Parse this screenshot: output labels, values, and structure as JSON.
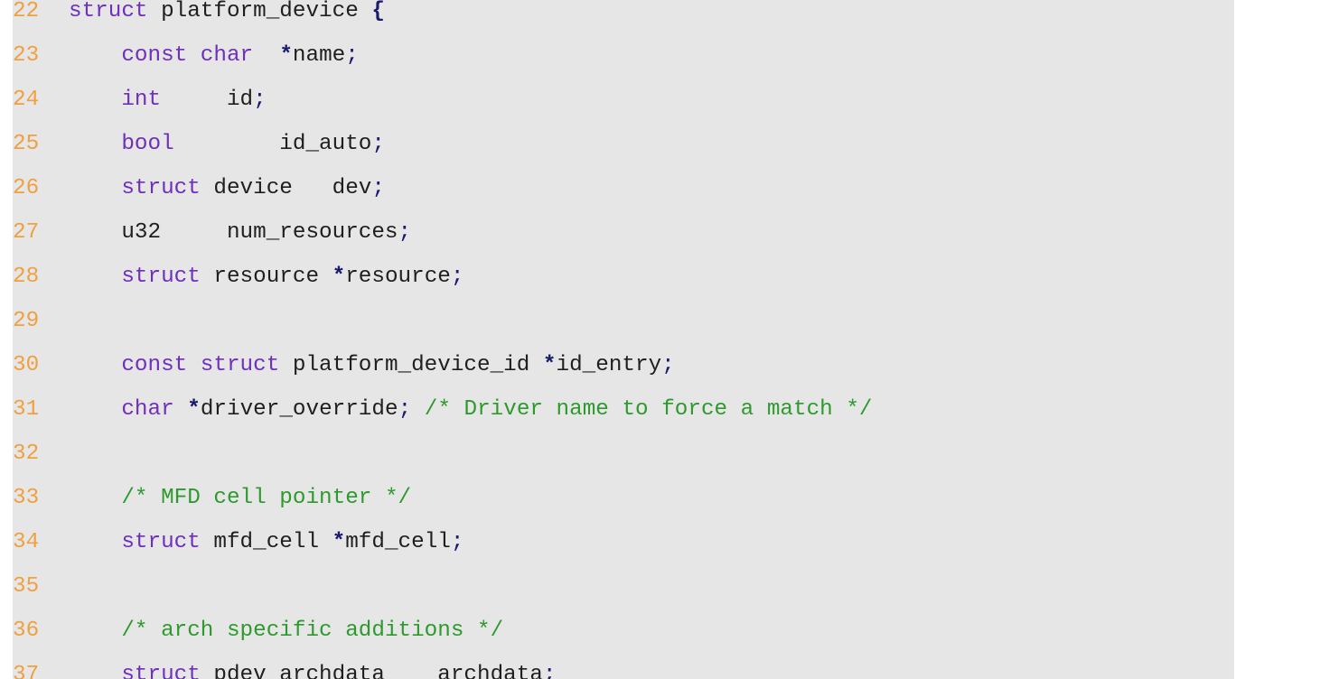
{
  "colors": {
    "background": "#e6e6e6",
    "line_number": "#f0a040",
    "keyword": "#6f2fbf",
    "identifier": "#1f1f1f",
    "operator": "#1a1a6e",
    "comment": "#2e9a2e"
  },
  "code": {
    "lines": [
      {
        "num": "22",
        "tokens": [
          {
            "t": "struct",
            "k": "plain"
          },
          {
            "t": " platform_device ",
            "k": "plain"
          },
          {
            "t": "{",
            "k": "op"
          }
        ]
      },
      {
        "num": "23",
        "tokens": [
          {
            "t": "    ",
            "k": "plain"
          },
          {
            "t": "const char",
            "k": "kw"
          },
          {
            "t": "  ",
            "k": "plain"
          },
          {
            "t": "*",
            "k": "op"
          },
          {
            "t": "name",
            "k": "plain"
          },
          {
            "t": ";",
            "k": "punct"
          }
        ]
      },
      {
        "num": "24",
        "tokens": [
          {
            "t": "    ",
            "k": "plain"
          },
          {
            "t": "int",
            "k": "kw"
          },
          {
            "t": "     id",
            "k": "plain"
          },
          {
            "t": ";",
            "k": "punct"
          }
        ]
      },
      {
        "num": "25",
        "tokens": [
          {
            "t": "    ",
            "k": "plain"
          },
          {
            "t": "bool",
            "k": "kw"
          },
          {
            "t": "        id_auto",
            "k": "plain"
          },
          {
            "t": ";",
            "k": "punct"
          }
        ]
      },
      {
        "num": "26",
        "tokens": [
          {
            "t": "    ",
            "k": "plain"
          },
          {
            "t": "struct",
            "k": "kw"
          },
          {
            "t": " device   dev",
            "k": "plain"
          },
          {
            "t": ";",
            "k": "punct"
          }
        ]
      },
      {
        "num": "27",
        "tokens": [
          {
            "t": "    u32     num_resources",
            "k": "plain"
          },
          {
            "t": ";",
            "k": "punct"
          }
        ]
      },
      {
        "num": "28",
        "tokens": [
          {
            "t": "    ",
            "k": "plain"
          },
          {
            "t": "struct",
            "k": "kw"
          },
          {
            "t": " resource ",
            "k": "plain"
          },
          {
            "t": "*",
            "k": "op"
          },
          {
            "t": "resource",
            "k": "plain"
          },
          {
            "t": ";",
            "k": "punct"
          }
        ]
      },
      {
        "num": "29",
        "tokens": []
      },
      {
        "num": "30",
        "tokens": [
          {
            "t": "    ",
            "k": "plain"
          },
          {
            "t": "const struct",
            "k": "kw"
          },
          {
            "t": " platform_device_id ",
            "k": "plain"
          },
          {
            "t": "*",
            "k": "op"
          },
          {
            "t": "id_entry",
            "k": "plain"
          },
          {
            "t": ";",
            "k": "punct"
          }
        ]
      },
      {
        "num": "31",
        "tokens": [
          {
            "t": "    ",
            "k": "plain"
          },
          {
            "t": "char",
            "k": "kw"
          },
          {
            "t": " ",
            "k": "plain"
          },
          {
            "t": "*",
            "k": "op"
          },
          {
            "t": "driver_override",
            "k": "plain"
          },
          {
            "t": ";",
            "k": "punct"
          },
          {
            "t": " ",
            "k": "plain"
          },
          {
            "t": "/* Driver name to force a match */",
            "k": "comment"
          }
        ]
      },
      {
        "num": "32",
        "tokens": []
      },
      {
        "num": "33",
        "tokens": [
          {
            "t": "    ",
            "k": "plain"
          },
          {
            "t": "/* MFD cell pointer */",
            "k": "comment"
          }
        ]
      },
      {
        "num": "34",
        "tokens": [
          {
            "t": "    ",
            "k": "plain"
          },
          {
            "t": "struct",
            "k": "kw"
          },
          {
            "t": " mfd_cell ",
            "k": "plain"
          },
          {
            "t": "*",
            "k": "op"
          },
          {
            "t": "mfd_cell",
            "k": "plain"
          },
          {
            "t": ";",
            "k": "punct"
          }
        ]
      },
      {
        "num": "35",
        "tokens": []
      },
      {
        "num": "36",
        "tokens": [
          {
            "t": "    ",
            "k": "plain"
          },
          {
            "t": "/* arch specific additions */",
            "k": "comment"
          }
        ]
      },
      {
        "num": "37",
        "tokens": [
          {
            "t": "    ",
            "k": "plain"
          },
          {
            "t": "struct",
            "k": "kw"
          },
          {
            "t": " pdev_archdata    archdata",
            "k": "plain"
          },
          {
            "t": ";",
            "k": "punct"
          }
        ]
      }
    ]
  }
}
